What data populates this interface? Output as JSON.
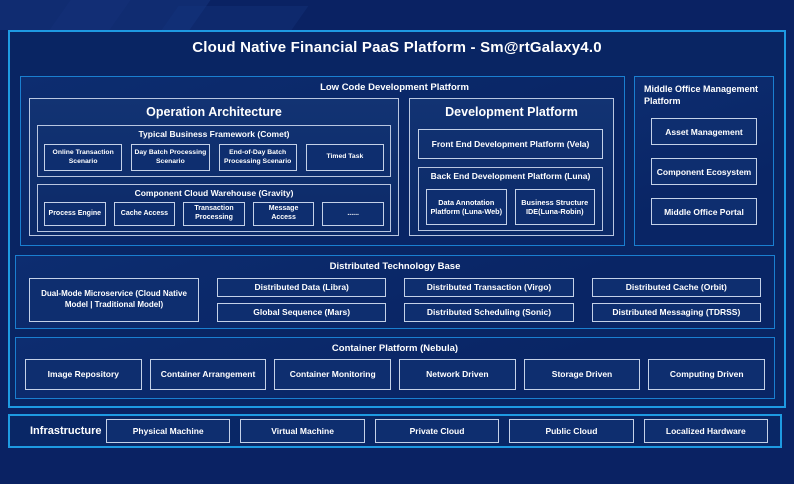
{
  "title": "Cloud Native Financial PaaS Platform - Sm@rtGalaxy4.0",
  "colors": {
    "background": "#0a2263",
    "panel_border": "#1e9ae2",
    "section_border": "#1a7fd0",
    "box_border": "#c4d1e8",
    "text": "#ffffff"
  },
  "low_code": {
    "label": "Low Code Development Platform",
    "operation_architecture": {
      "title": "Operation Architecture",
      "typical_business_framework": {
        "title": "Typical Business Framework (Comet)",
        "items": [
          "Online Transaction Scenario",
          "Day Batch Processing Scenario",
          "End-of-Day Batch Processing Scenario",
          "Timed Task"
        ]
      },
      "component_cloud_warehouse": {
        "title": "Component Cloud Warehouse (Gravity)",
        "items": [
          "Process Engine",
          "Cache Access",
          "Transaction Processing",
          "Message Access",
          "......"
        ]
      }
    },
    "development_platform": {
      "title": "Development Platform",
      "front_end": {
        "label": "Front End Development Platform (Vela)"
      },
      "back_end": {
        "title": "Back End Development Platform (Luna)",
        "items": [
          "Data Annotation Platform (Luna-Web)",
          "Business Structure IDE(Luna-Robin)"
        ]
      }
    }
  },
  "middle_office": {
    "title": "Middle Office Management Platform",
    "items": [
      "Asset Management",
      "Component Ecosystem",
      "Middle Office Portal"
    ]
  },
  "distributed_technology_base": {
    "title": "Distributed Technology Base",
    "dual_mode": "Dual-Mode Microservice (Cloud Native Model | Traditional Model)",
    "grid": [
      "Distributed Data (Libra)",
      "Distributed Transaction (Virgo)",
      "Distributed Cache (Orbit)",
      "Global Sequence (Mars)",
      "Distributed Scheduling (Sonic)",
      "Distributed Messaging (TDRSS)"
    ]
  },
  "container_platform": {
    "title": "Container Platform (Nebula)",
    "items": [
      "Image Repository",
      "Container Arrangement",
      "Container Monitoring",
      "Network Driven",
      "Storage Driven",
      "Computing Driven"
    ]
  },
  "infrastructure": {
    "label": "Infrastructure",
    "items": [
      "Physical Machine",
      "Virtual Machine",
      "Private Cloud",
      "Public Cloud",
      "Localized Hardware"
    ]
  }
}
